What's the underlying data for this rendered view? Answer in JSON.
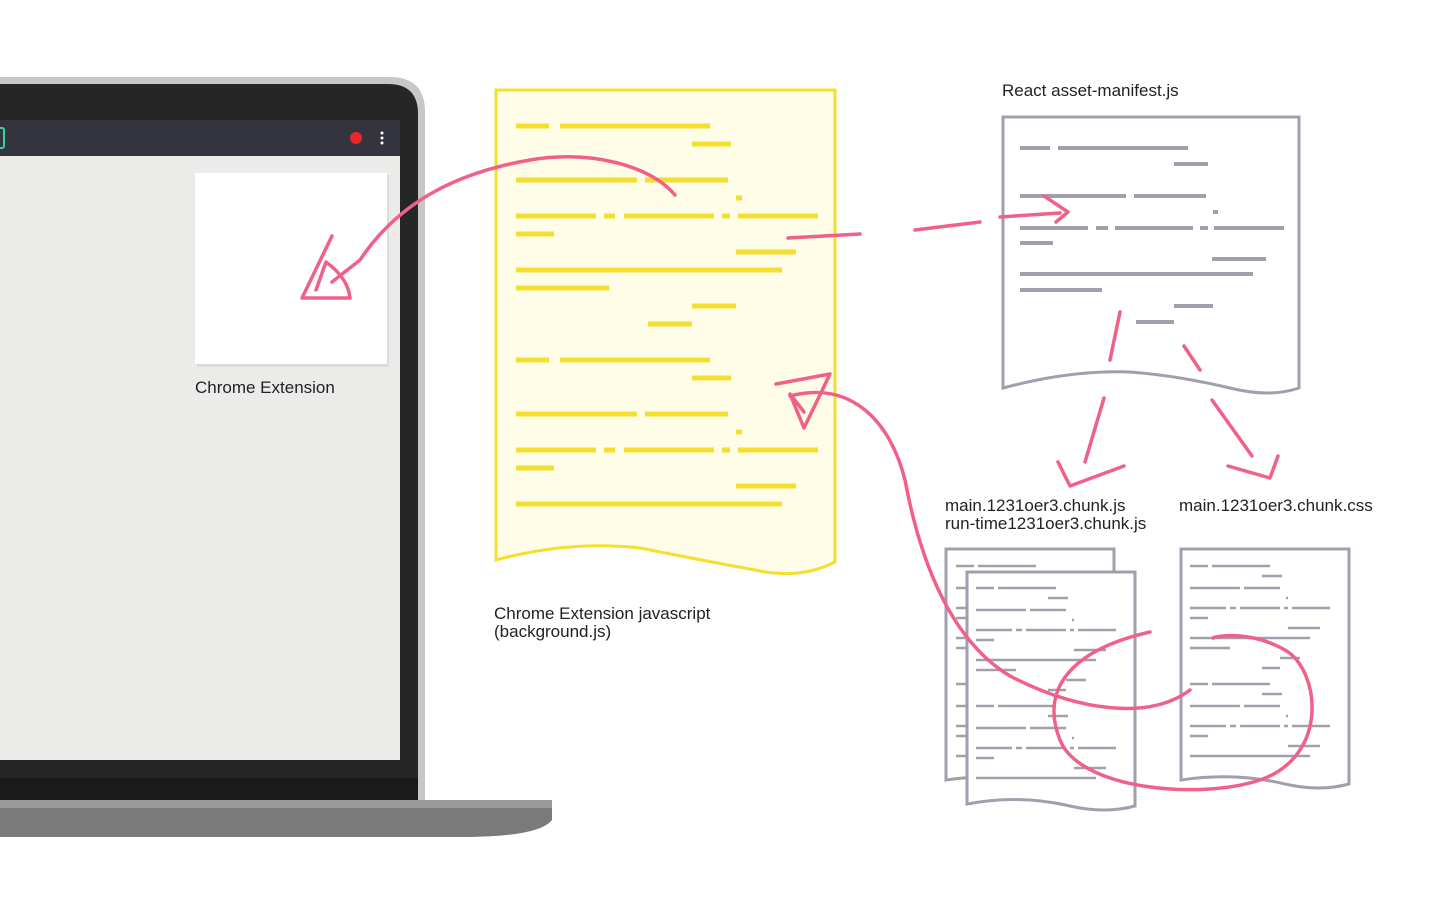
{
  "laptop": {
    "popup_label": "Chrome Extension",
    "record_dot_color": "#e8262b",
    "icons": [
      "record-dot-icon",
      "kebab-menu-icon"
    ]
  },
  "background_js": {
    "caption_line1": "Chrome Extension javascript",
    "caption_line2": "(background.js)",
    "stroke_color": "#f5df2e",
    "fill_color": "#fffce8"
  },
  "manifest": {
    "title": "React asset-manifest.js",
    "stroke_color": "#a19fae"
  },
  "chunks": {
    "js_name_line1": "main.1231oer3.chunk.js",
    "js_name_line2": "run-time1231oer3.chunk.js",
    "css_name": "main.1231oer3.chunk.css"
  },
  "arrows": {
    "color": "#f06088"
  }
}
